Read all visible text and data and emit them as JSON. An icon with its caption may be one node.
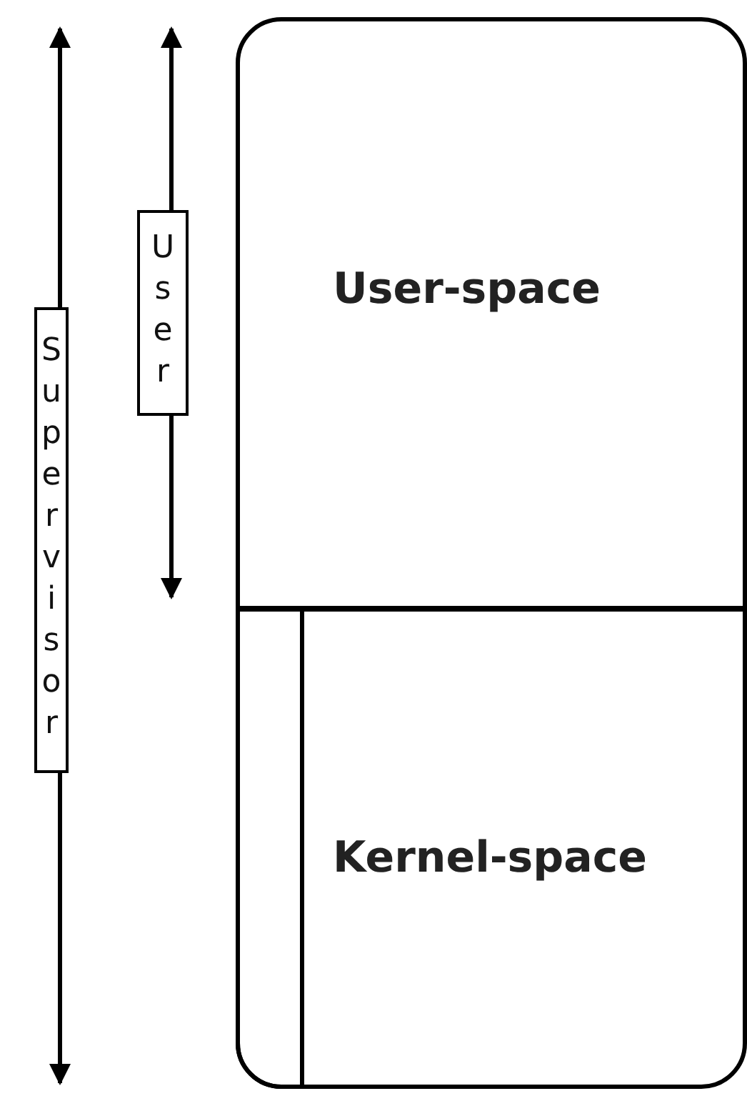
{
  "diagram": {
    "nodes": [
      {
        "text": [
          "User-space"
        ]
      },
      {
        "text": [
          "Kernel-space"
        ]
      },
      {
        "text": [],
        "shape": "box",
        "in": 1
      },
      {
        "text": [
          "User"
        ]
      },
      {
        "text": [
          "Supervisor"
        ]
      }
    ]
  }
}
